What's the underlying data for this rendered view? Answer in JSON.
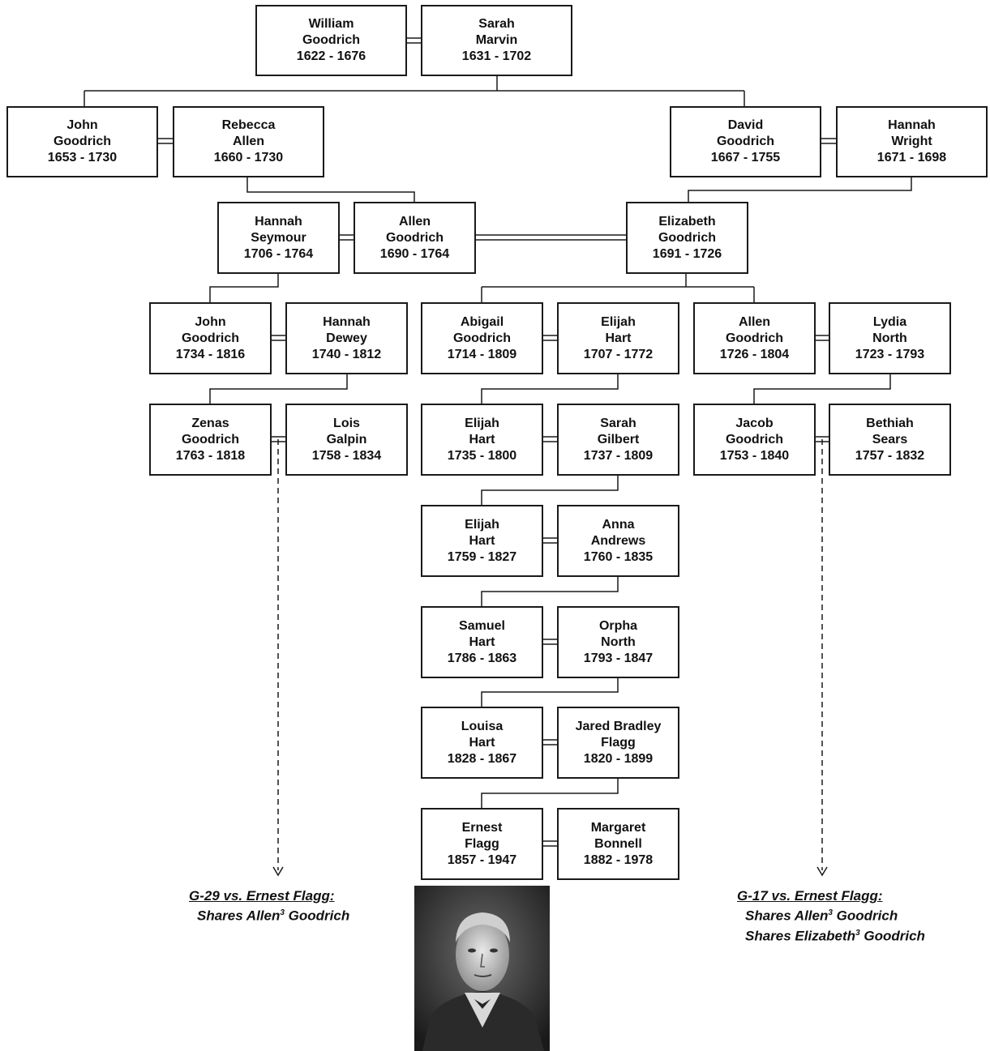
{
  "people": {
    "william_goodrich": {
      "first": "William",
      "last": "Goodrich",
      "dates": "1622 - 1676"
    },
    "sarah_marvin": {
      "first": "Sarah",
      "last": "Marvin",
      "dates": "1631 - 1702"
    },
    "john_goodrich_1": {
      "first": "John",
      "last": "Goodrich",
      "dates": "1653 - 1730"
    },
    "rebecca_allen": {
      "first": "Rebecca",
      "last": "Allen",
      "dates": "1660 - 1730"
    },
    "david_goodrich": {
      "first": "David",
      "last": "Goodrich",
      "dates": "1667 - 1755"
    },
    "hannah_wright": {
      "first": "Hannah",
      "last": "Wright",
      "dates": "1671 - 1698"
    },
    "hannah_seymour": {
      "first": "Hannah",
      "last": "Seymour",
      "dates": "1706 - 1764"
    },
    "allen_goodrich_1": {
      "first": "Allen",
      "last": "Goodrich",
      "dates": "1690 - 1764"
    },
    "elizabeth_goodrich": {
      "first": "Elizabeth",
      "last": "Goodrich",
      "dates": "1691 - 1726"
    },
    "john_goodrich_2": {
      "first": "John",
      "last": "Goodrich",
      "dates": "1734 - 1816"
    },
    "hannah_dewey": {
      "first": "Hannah",
      "last": "Dewey",
      "dates": "1740 - 1812"
    },
    "abigail_goodrich": {
      "first": "Abigail",
      "last": "Goodrich",
      "dates": "1714 - 1809"
    },
    "elijah_hart_1": {
      "first": "Elijah",
      "last": "Hart",
      "dates": "1707 - 1772"
    },
    "allen_goodrich_2": {
      "first": "Allen",
      "last": "Goodrich",
      "dates": "1726 - 1804"
    },
    "lydia_north": {
      "first": "Lydia",
      "last": "North",
      "dates": "1723 - 1793"
    },
    "zenas_goodrich": {
      "first": "Zenas",
      "last": "Goodrich",
      "dates": "1763 - 1818"
    },
    "lois_galpin": {
      "first": "Lois",
      "last": "Galpin",
      "dates": "1758 - 1834"
    },
    "elijah_hart_2": {
      "first": "Elijah",
      "last": "Hart",
      "dates": "1735 - 1800"
    },
    "sarah_gilbert": {
      "first": "Sarah",
      "last": "Gilbert",
      "dates": "1737 - 1809"
    },
    "jacob_goodrich": {
      "first": "Jacob",
      "last": "Goodrich",
      "dates": "1753 - 1840"
    },
    "bethiah_sears": {
      "first": "Bethiah",
      "last": "Sears",
      "dates": "1757 - 1832"
    },
    "elijah_hart_3": {
      "first": "Elijah",
      "last": "Hart",
      "dates": "1759 - 1827"
    },
    "anna_andrews": {
      "first": "Anna",
      "last": "Andrews",
      "dates": "1760 - 1835"
    },
    "samuel_hart": {
      "first": "Samuel",
      "last": "Hart",
      "dates": "1786 - 1863"
    },
    "orpha_north": {
      "first": "Orpha",
      "last": "North",
      "dates": "1793 - 1847"
    },
    "louisa_hart": {
      "first": "Louisa",
      "last": "Hart",
      "dates": "1828 - 1867"
    },
    "jared_flagg": {
      "first": "Jared Bradley",
      "last": "Flagg",
      "dates": "1820 - 1899"
    },
    "ernest_flagg": {
      "first": "Ernest",
      "last": "Flagg",
      "dates": "1857 - 1947"
    },
    "margaret_bonnell": {
      "first": "Margaret",
      "last": "Bonnell",
      "dates": "1882 - 1978"
    }
  },
  "notes": {
    "left": {
      "heading": "G-29 vs. Ernest Flagg:",
      "lines": [
        {
          "pre": "Shares Allen",
          "sup": "3",
          "post": " Goodrich"
        }
      ]
    },
    "right": {
      "heading": "G-17 vs. Ernest Flagg:",
      "lines": [
        {
          "pre": "Shares Allen",
          "sup": "3",
          "post": " Goodrich"
        },
        {
          "pre": "Shares Elizabeth",
          "sup": "3",
          "post": " Goodrich"
        }
      ]
    }
  }
}
